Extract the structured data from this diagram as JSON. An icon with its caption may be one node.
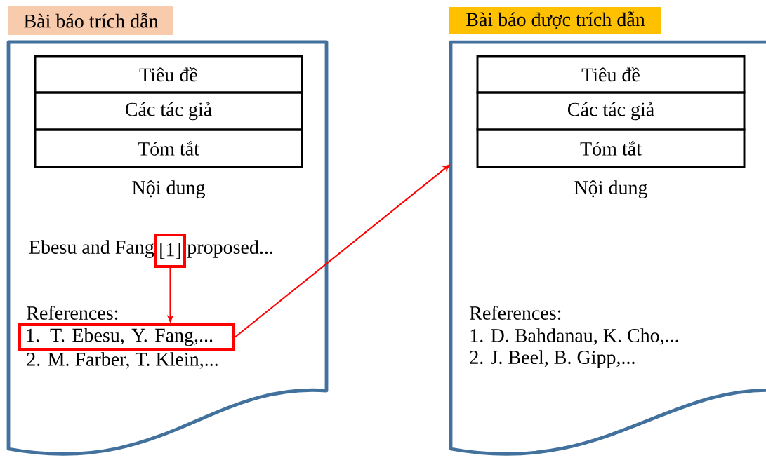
{
  "diagram": {
    "nodes": [
      {
        "text": [
          "Bài báo trích dẫn"
        ]
      },
      {
        "text": [],
        "shape": "document"
      },
      {
        "text": [
          "Tiêu đề"
        ],
        "in": 1
      },
      {
        "text": [
          "Các tác giả"
        ],
        "in": 1
      },
      {
        "text": [
          "Tóm tắt"
        ],
        "in": 1
      },
      {
        "text": [
          "[1]"
        ],
        "in": 1
      },
      {
        "text": [
          "1. T. Ebesu, Y. Fang,..."
        ],
        "in": 1
      },
      {
        "text": [
          "Bài báo được trích dẫn"
        ]
      },
      {
        "text": [],
        "shape": "document"
      },
      {
        "text": [
          "Tiêu đề"
        ],
        "in": 8
      },
      {
        "text": [
          "Các tác giả"
        ],
        "in": 8
      },
      {
        "text": [
          "Tóm tắt"
        ],
        "in": 8
      }
    ],
    "edges": [
      {
        "from": 5,
        "to": 6,
        "arrow": "to"
      },
      {
        "from": 6,
        "to": 8,
        "arrow": "to"
      }
    ],
    "labels": [
      "Nội dung",
      "Ebesu and Fang",
      "proposed...",
      "References:",
      "2. M. Farber, T. Klein,...",
      "Nội dung",
      "References:",
      "1. D. Bahdanau, K. Cho,...",
      "2. J. Beel, B. Gipp,..."
    ]
  }
}
